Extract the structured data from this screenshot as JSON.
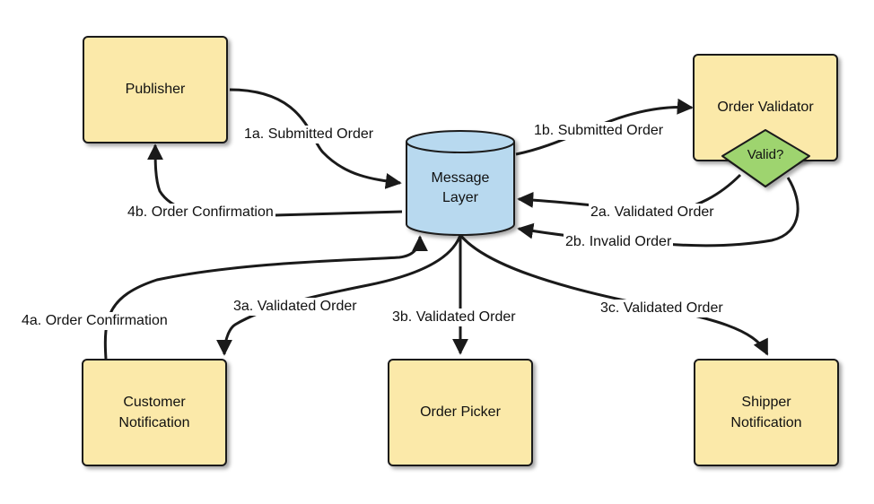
{
  "nodes": {
    "publisher": "Publisher",
    "order_validator": "Order Validator",
    "valid_decision": "Valid?",
    "message_layer": "Message\nLayer",
    "customer_notification": "Customer\nNotification",
    "order_picker": "Order Picker",
    "shipper_notification": "Shipper\nNotification"
  },
  "edges": {
    "e1a": "1a. Submitted Order",
    "e1b": "1b. Submitted Order",
    "e2a": "2a. Validated Order",
    "e2b": "2b. Invalid Order",
    "e3a": "3a. Validated Order",
    "e3b": "3b. Validated Order",
    "e3c": "3c. Validated Order",
    "e4a": "4a. Order Confirmation",
    "e4b": "4b. Order Confirmation"
  },
  "colors": {
    "box_fill": "#fbe9a9",
    "cylinder_fill": "#b8d9ef",
    "diamond_fill": "#9ed46f",
    "stroke": "#1a1a1a"
  }
}
